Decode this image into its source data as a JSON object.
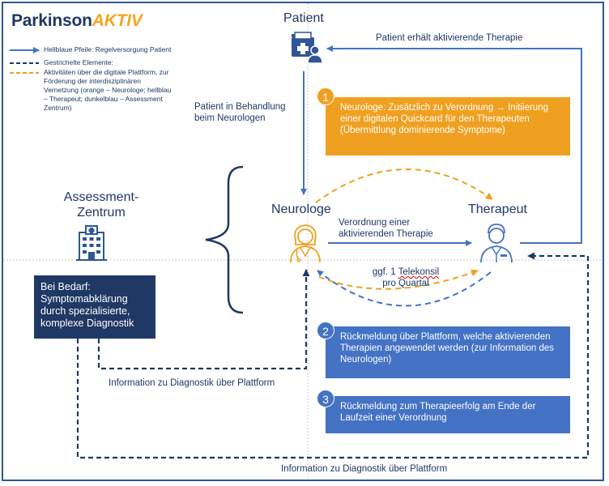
{
  "logo": {
    "part1": "Parkinson",
    "part2": "AKTIV"
  },
  "legend": {
    "item1": "Hellblaue Pfeile: Regelversorgung Patient",
    "item2": "Gestrichelte Elemente:",
    "item3": "Aktivitäten über die digitale Plattform, zur Förderung der interdisziplinären Vernetzung (orange – Neurologe; hellblau – Therapeut; dunkelblau – Assessment Zentrum)"
  },
  "nodes": {
    "patient": "Patient",
    "neurologe": "Neurologe",
    "therapeut": "Therapeut",
    "assessment": "Assessment-Zentrum"
  },
  "labels": {
    "patient_therapie": "Patient erhält aktivierende Therapie",
    "patient_behandlung": "Patient in Behandlung beim Neurologen",
    "verordnung": "Verordnung einer aktivierenden Therapie",
    "telekonsil_pre": "ggf. 1 ",
    "telekonsil_word": "Telekonsil",
    "telekonsil_post": "pro Quartal",
    "info_diag_1": "Information zu Diagnostik über Plattform",
    "info_diag_2": "Information zu Diagnostik über Plattform"
  },
  "boxes": {
    "bedarf": "Bei Bedarf: Symptomabklärung durch spezialisierte, komplexe Diagnostik",
    "step1": {
      "num": "1",
      "text": "Neurologe: Zusätzlich zu Verordnung → Initiierung einer digitalen Quickcard für den Therapeuten (Übermittlung dominierende Symptome)"
    },
    "step2": {
      "num": "2",
      "text": "Rückmeldung über Plattform, welche aktivierenden Therapien angewendet werden (zur Information des Neurologen)"
    },
    "step3": {
      "num": "3",
      "text": "Rückmeldung zum Therapieerfolg am Ende der Laufzeit einer Verordnung"
    }
  },
  "colors": {
    "dark_blue": "#1f3864",
    "mid_blue": "#4472c4",
    "orange": "#f0a020"
  }
}
